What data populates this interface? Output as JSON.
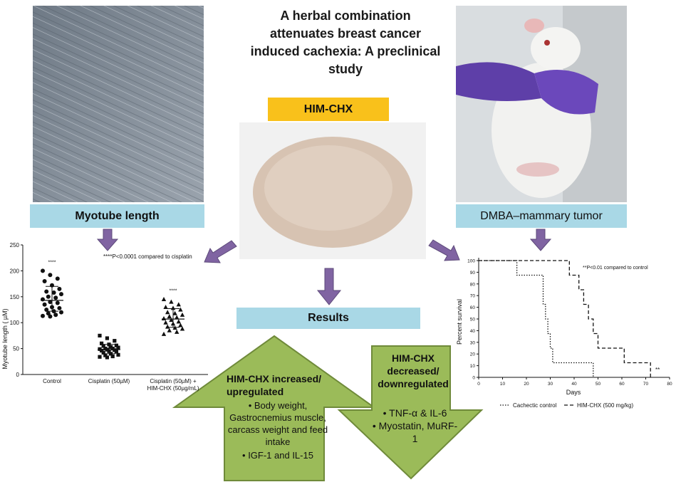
{
  "title": "A herbal combination attenuates breast cancer induced cachexia: A preclinical study",
  "title_lines": [
    "A herbal combination",
    "attenuates breast cancer",
    "induced cachexia: A preclinical",
    "study"
  ],
  "labels": {
    "him_chx": "HIM-CHX",
    "myotube": "Myotube length",
    "dmba": "DMBA–mammary tumor",
    "results": "Results"
  },
  "up_box": {
    "heading_lines": [
      "HIM-CHX increased/",
      "upregulated"
    ],
    "items": [
      "Body weight, Gastrocnemius muscle, carcass weight and feed intake",
      "IGF-1 and IL-15"
    ]
  },
  "down_box": {
    "heading_lines": [
      "HIM-CHX",
      "decreased/",
      "downregulated"
    ],
    "items": [
      "TNF-α & IL-6",
      "Myostatin, MuRF-1"
    ]
  },
  "colors": {
    "label_blue": "#a9d8e6",
    "label_yellow": "#f9c11b",
    "green_arrow": "#9bbb59",
    "green_border": "#6f8a3a",
    "purple_arrow": "#8064a2"
  },
  "chart_data": [
    {
      "type": "scatter",
      "ylabel": "Myotube length ( µM)",
      "ylim": [
        0,
        250
      ],
      "yticks": [
        0,
        50,
        100,
        150,
        200,
        250
      ],
      "annotation": "****P<0.0001 compared to cisplatin",
      "categories": [
        "Control",
        "Cisplatin (50µM)",
        "Cisplatin (50µM) + HIM-CHX (50µg/mL)"
      ],
      "markers": [
        "circle",
        "square",
        "triangle"
      ],
      "significance": [
        "****",
        "",
        "****"
      ],
      "means": [
        143,
        48,
        107
      ],
      "sd_upper": [
        170,
        58,
        127
      ],
      "sd_lower": [
        122,
        40,
        91
      ],
      "series": [
        {
          "values": [
            200,
            192,
            185,
            180,
            172,
            165,
            160,
            158,
            155,
            150,
            148,
            145,
            140,
            138,
            135,
            130,
            128,
            125,
            122,
            120,
            118,
            115,
            113,
            112
          ]
        },
        {
          "values": [
            75,
            70,
            65,
            60,
            58,
            56,
            55,
            53,
            52,
            50,
            50,
            49,
            48,
            47,
            46,
            45,
            44,
            42,
            40,
            38,
            37,
            35,
            34,
            33
          ]
        },
        {
          "values": [
            145,
            140,
            135,
            130,
            128,
            125,
            120,
            118,
            115,
            112,
            110,
            108,
            105,
            102,
            100,
            98,
            95,
            92,
            90,
            88,
            85,
            82,
            78
          ]
        }
      ]
    },
    {
      "type": "line",
      "ylabel": "Percent survival",
      "xlabel": "Days",
      "xlim": [
        0,
        80
      ],
      "ylim": [
        0,
        100
      ],
      "xticks": [
        0,
        10,
        20,
        30,
        40,
        50,
        60,
        70,
        80
      ],
      "yticks": [
        0,
        10,
        20,
        30,
        40,
        50,
        60,
        70,
        80,
        90,
        100
      ],
      "annotation": "**P<0.01 compared to control",
      "end_annotation": "**",
      "series": [
        {
          "name": "Cachectic control",
          "style": "dotted",
          "x": [
            0,
            16,
            16,
            27,
            27,
            28,
            28,
            29,
            29,
            30,
            30,
            31,
            31,
            33,
            33,
            35,
            35,
            48,
            48
          ],
          "y": [
            100,
            100,
            87.5,
            87.5,
            62.5,
            62.5,
            50,
            50,
            37.5,
            37.5,
            25,
            25,
            12.5,
            12.5,
            12.5,
            12.5,
            12.5,
            12.5,
            0
          ]
        },
        {
          "name": "HIM-CHX (500 mg/kg)",
          "style": "dashed",
          "x": [
            0,
            38,
            38,
            42,
            42,
            44,
            44,
            46,
            46,
            48,
            48,
            50,
            50,
            52,
            52,
            61,
            61,
            72,
            72
          ],
          "y": [
            100,
            100,
            87.5,
            87.5,
            75,
            75,
            62.5,
            62.5,
            50,
            50,
            37.5,
            37.5,
            25,
            25,
            25,
            25,
            12.5,
            12.5,
            0
          ]
        }
      ]
    }
  ]
}
